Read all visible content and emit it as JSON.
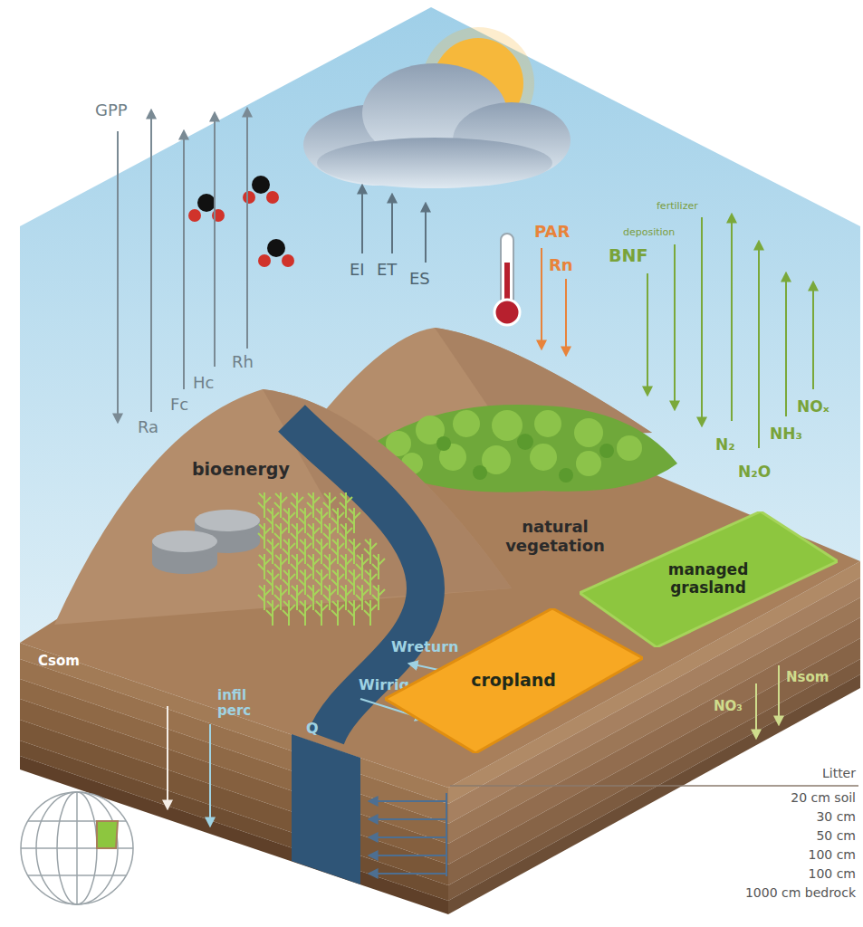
{
  "diagram": {
    "nodes": [
      {
        "text": [
          "managed grasland"
        ]
      },
      {
        "text": [
          "cropland"
        ]
      }
    ],
    "labels": [
      "GPP",
      "Ra",
      "Fc",
      "Hc",
      "Rh",
      "EI",
      "ET",
      "ES",
      "PAR",
      "Rn",
      "fertilizer",
      "deposition",
      "BNF",
      "N₂",
      "N₂O",
      "NH₃",
      "NOₓ",
      "bioenergy",
      "natural vegetation",
      "Csom",
      "infil perc",
      "Wreturn",
      "Wirrig",
      "Q",
      "NO₃",
      "Nsom",
      "Litter",
      "20 cm soil",
      "30 cm",
      "50 cm",
      "100 cm",
      "100 cm",
      "1000 cm bedrock"
    ]
  }
}
